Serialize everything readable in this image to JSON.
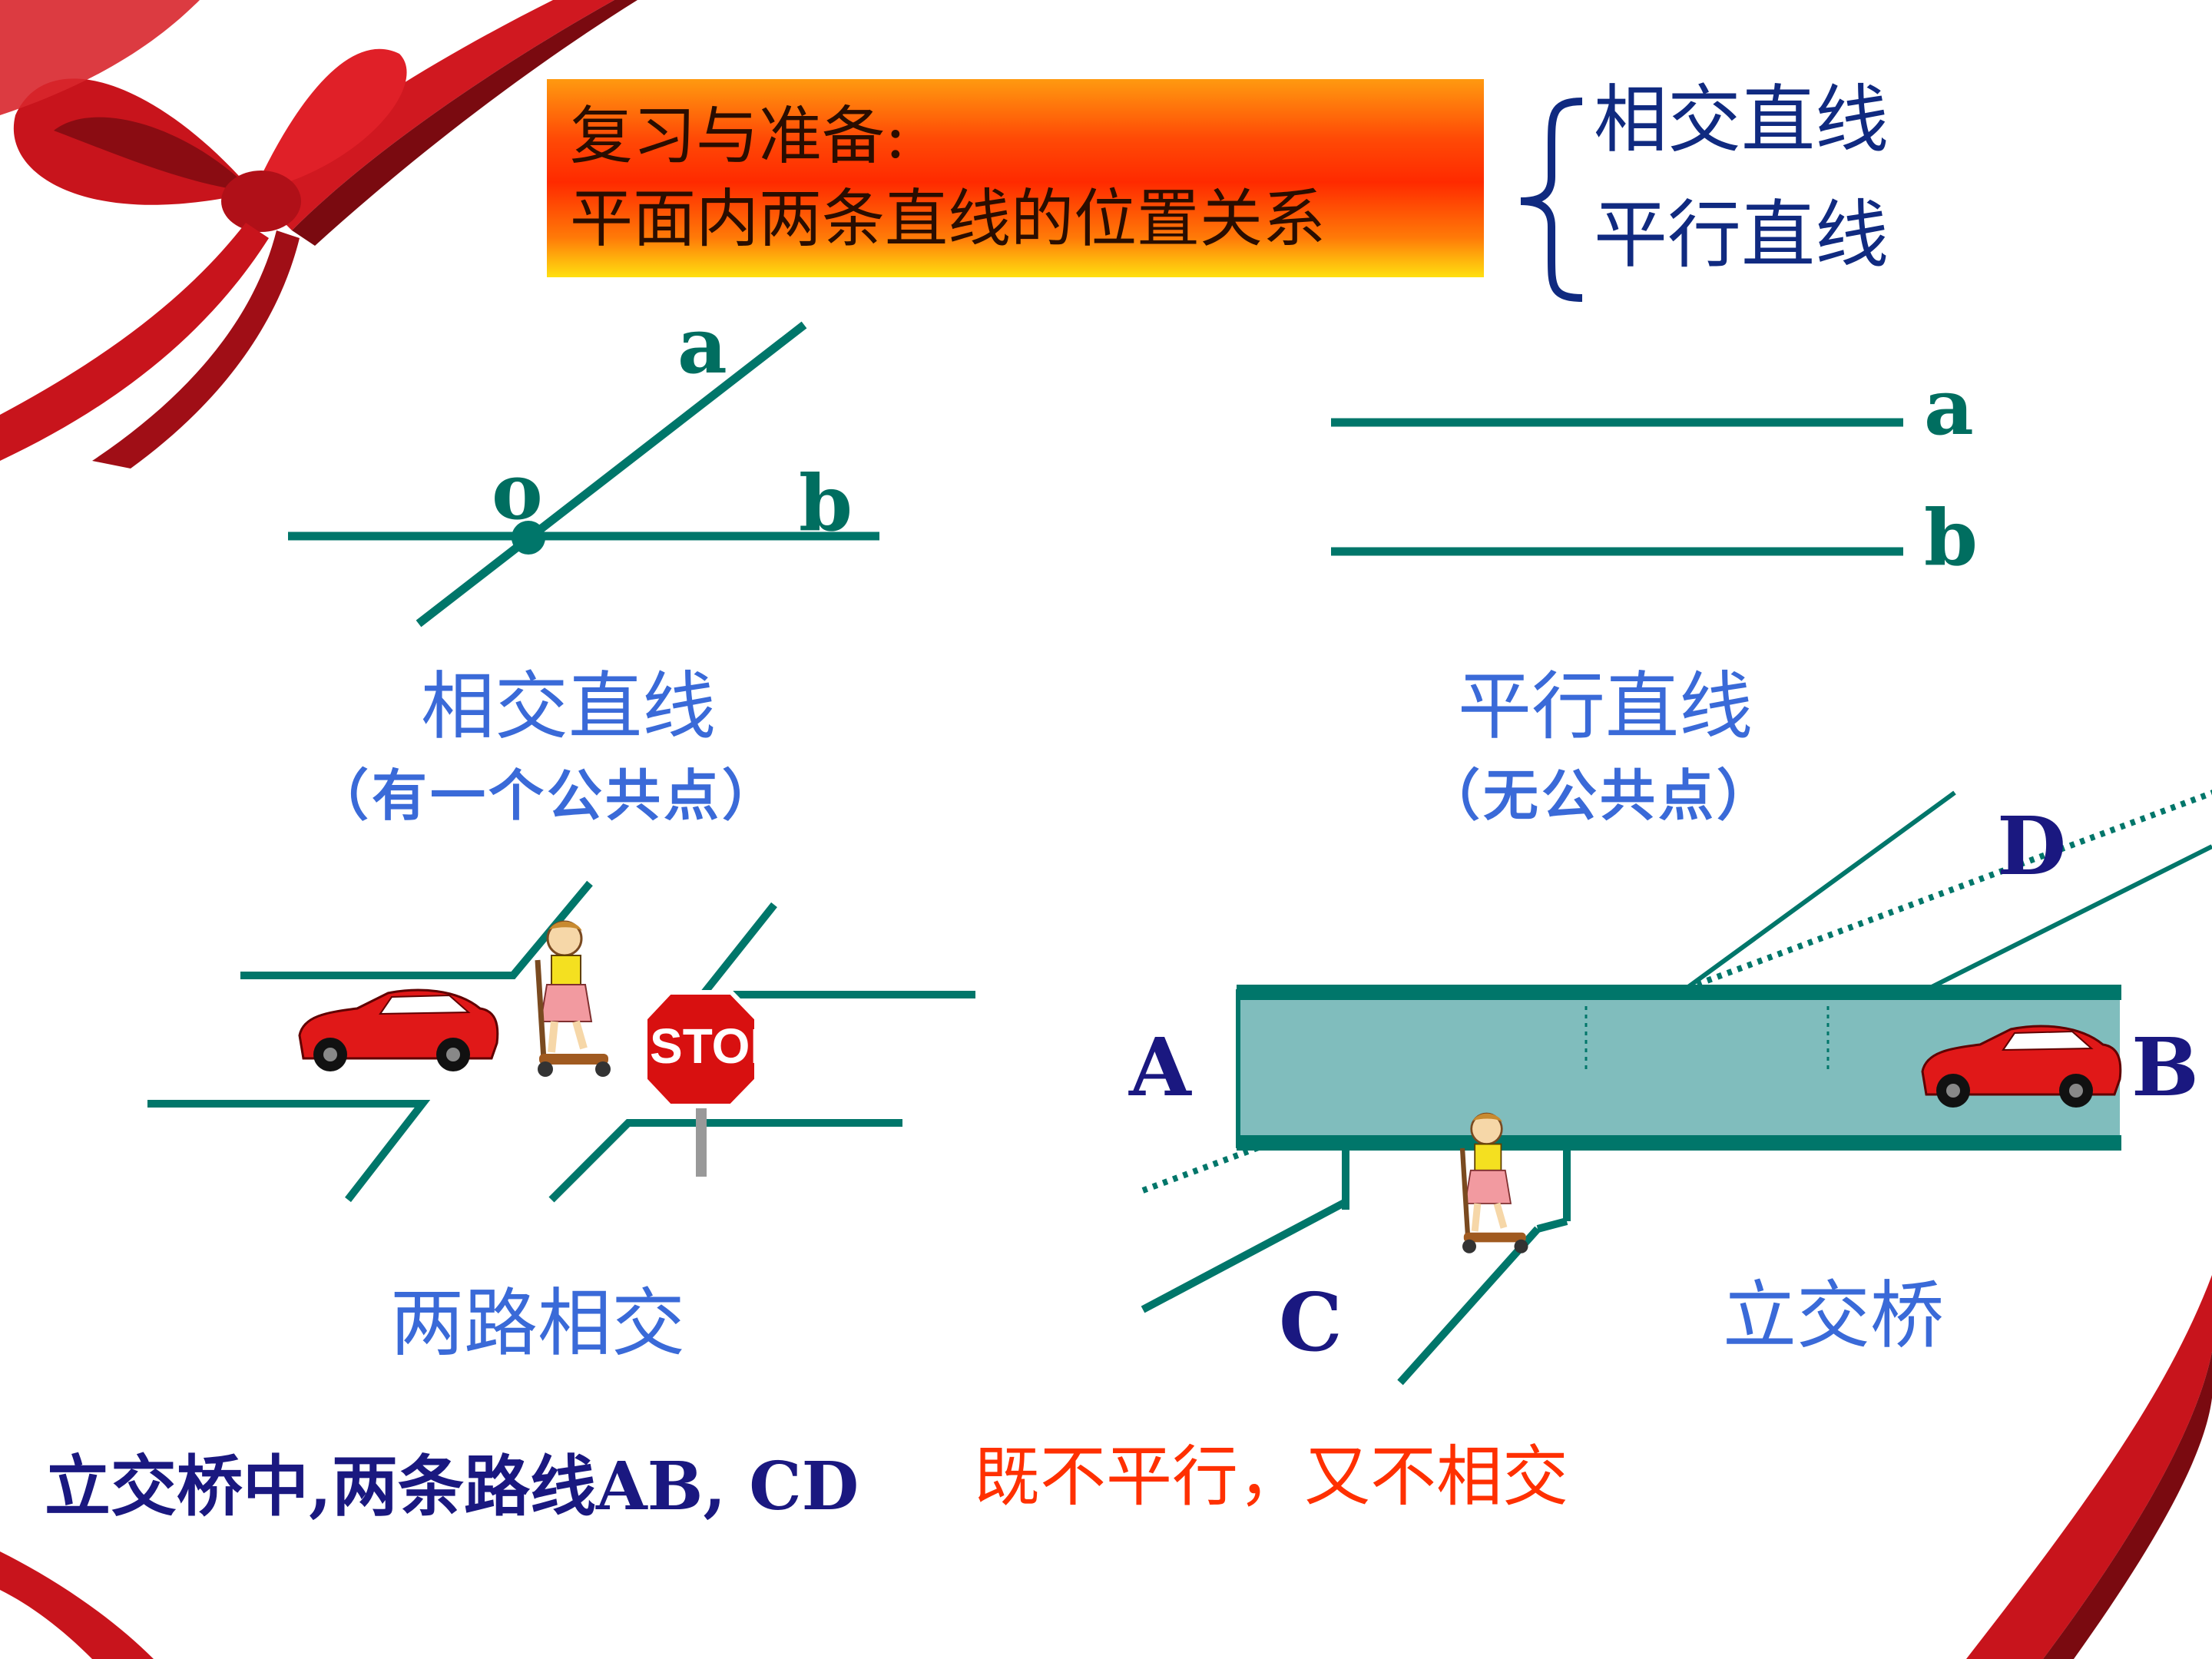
{
  "title": {
    "line1": "复习与准备:",
    "line2": "平面内两条直线的位置关系"
  },
  "relations": [
    "相交直线",
    "平行直线"
  ],
  "intersecting": {
    "label_a": "a",
    "label_b": "b",
    "label_o": "o",
    "caption": "相交直线",
    "sub": "（有一个公共点）"
  },
  "parallel": {
    "label_a": "a",
    "label_b": "b",
    "caption": "平行直线",
    "sub": "（无公共点）"
  },
  "roads": {
    "caption": "两路相交",
    "stop_sign": "STOP"
  },
  "overpass": {
    "label_A": "A",
    "label_B": "B",
    "label_C": "C",
    "label_D": "D",
    "caption": "立交桥"
  },
  "bottom": {
    "statement": "立交桥中,两条路线AB, CD",
    "conclusion": "既不平行，又不相交"
  },
  "colors": {
    "teal": "#00766a",
    "bridge_fill": "#80bdbd",
    "title_red": "#ff2a00",
    "caption_blue": "#3a6ad8",
    "navy": "#1a1880",
    "conclusion_red": "#ff3000",
    "ribbon_red": "#c8141c"
  },
  "icons": [
    "ribbon-bow-icon",
    "red-car-icon",
    "child-scooter-icon",
    "stop-sign-icon"
  ]
}
